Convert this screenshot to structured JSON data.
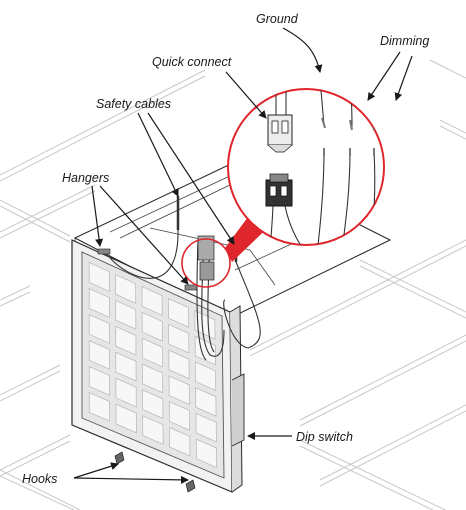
{
  "labels": {
    "ground": "Ground",
    "dimming": "Dimming",
    "quick_connect": "Quick connect",
    "safety_cables": "Safety cables",
    "hangers": "Hangers",
    "dip_switch": "Dip switch",
    "hooks": "Hooks"
  },
  "colors": {
    "highlight": "#e0262d",
    "line": "#2b2b2b",
    "panel_fill": "#eeeeee",
    "ceiling_grid": "#bfbfbf"
  }
}
